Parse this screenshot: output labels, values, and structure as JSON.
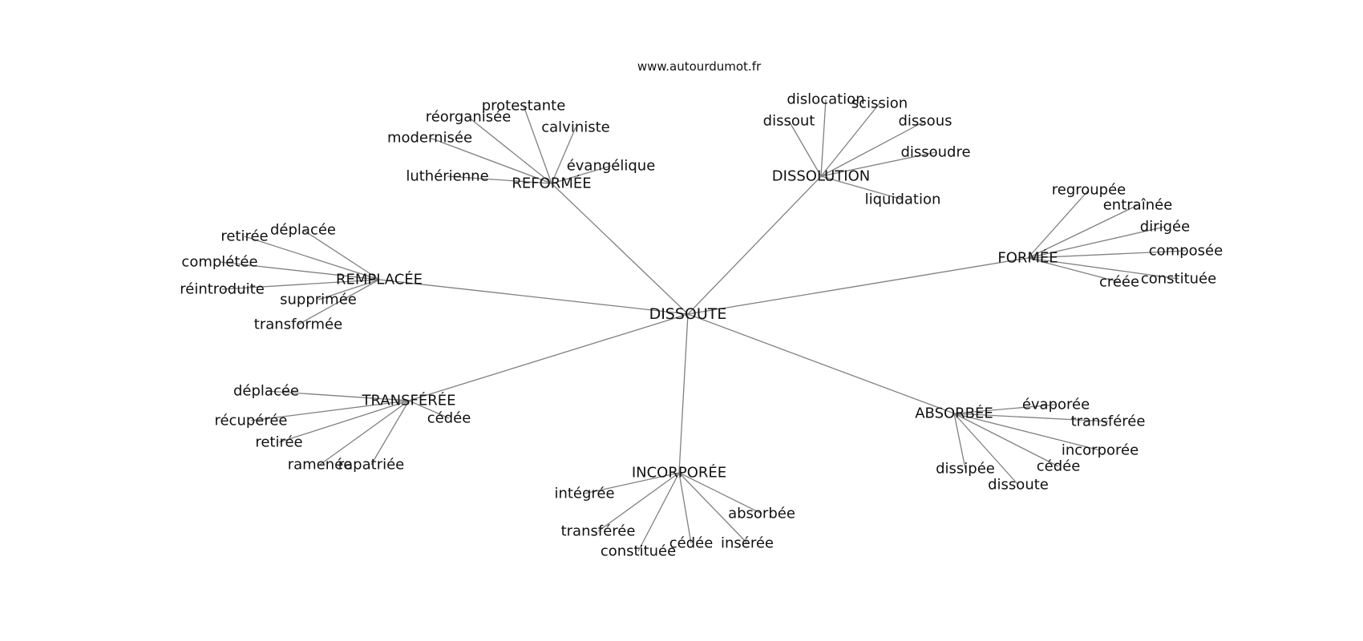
{
  "site": "www.autourdumot.fr",
  "center": "DISSOUTE",
  "hubs": [
    {
      "label": "REFORMÉE",
      "leaves": [
        "protestante",
        "réorganisée",
        "calviniste",
        "modernisée",
        "évangélique",
        "luthérienne"
      ]
    },
    {
      "label": "DISSOLUTION",
      "leaves": [
        "dislocation",
        "scission",
        "dissout",
        "dissous",
        "dissoudre",
        "liquidation"
      ]
    },
    {
      "label": "FORMÉE",
      "leaves": [
        "regroupée",
        "entraînée",
        "dirigée",
        "composée",
        "constituée",
        "créée"
      ]
    },
    {
      "label": "REMPLACÉE",
      "leaves": [
        "déplacée",
        "retirée",
        "complétée",
        "réintroduite",
        "supprimée",
        "transformée"
      ]
    },
    {
      "label": "TRANSFÉRÉE",
      "leaves": [
        "déplacée",
        "récupérée",
        "cédée",
        "retirée",
        "ramenée",
        "rapatriée"
      ]
    },
    {
      "label": "ABSORBÉE",
      "leaves": [
        "évaporée",
        "transférée",
        "incorporée",
        "cédée",
        "dissipée",
        "dissoute"
      ]
    },
    {
      "label": "INCORPORÉE",
      "leaves": [
        "intégrée",
        "absorbée",
        "transférée",
        "constituée",
        "cédée",
        "insérée"
      ]
    }
  ]
}
